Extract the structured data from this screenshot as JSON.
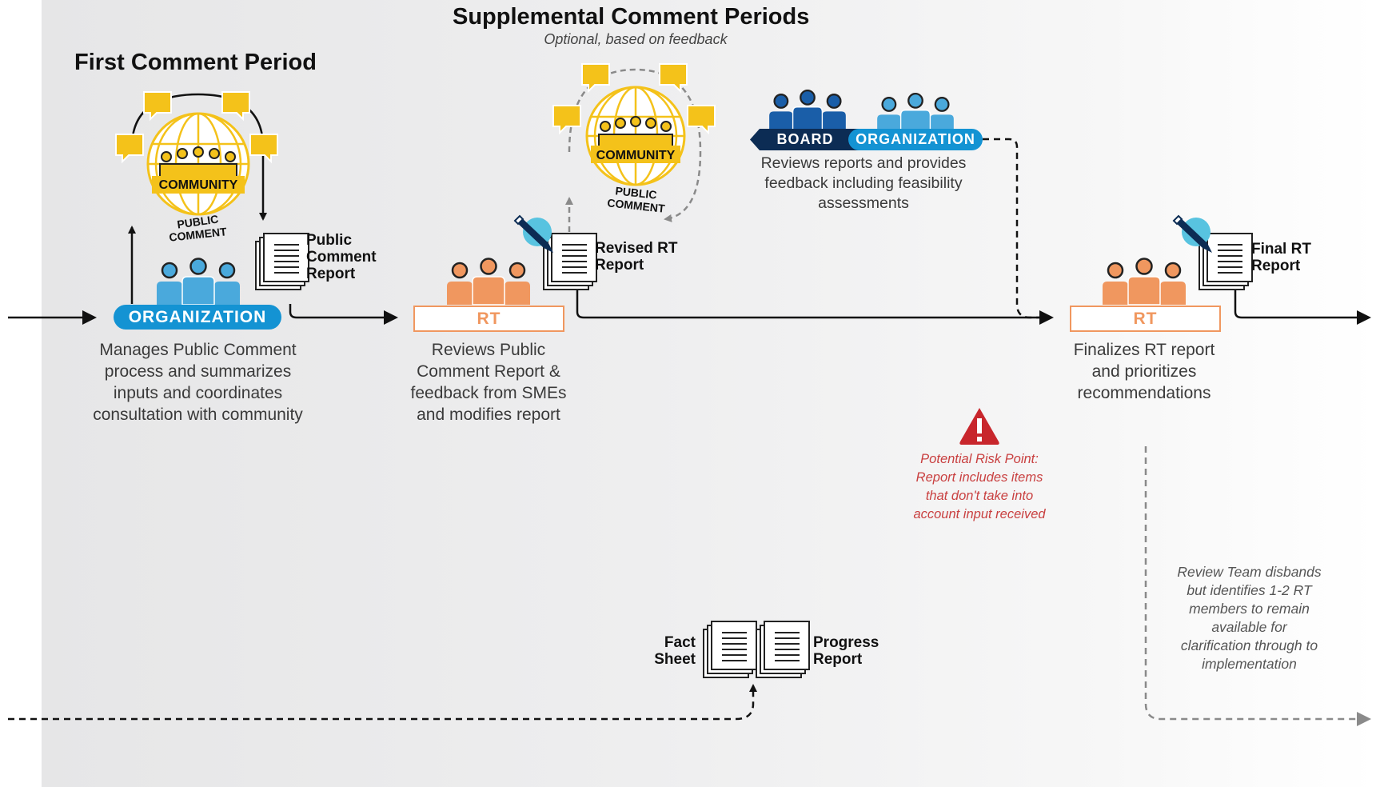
{
  "titles": {
    "first": "First Comment Period",
    "supplemental": "Supplemental Comment Periods",
    "supplemental_sub": "Optional, based on feedback"
  },
  "actors": {
    "organization": "ORGANIZATION",
    "rt": "RT",
    "board": "BOARD",
    "community": "COMMUNITY",
    "public_comment_line1": "PUBLIC",
    "public_comment_line2": "COMMENT"
  },
  "descriptions": {
    "organization": [
      "Manages Public Comment",
      "process and summarizes",
      "inputs and coordinates",
      "consultation with community"
    ],
    "rt_review": [
      "Reviews Public",
      "Comment Report &",
      "feedback from SMEs",
      "and modifies report"
    ],
    "board": [
      "Reviews reports and provides",
      "feedback including feasibility",
      "assessments"
    ],
    "rt_final": [
      "Finalizes RT report",
      "and prioritizes",
      "recommendations"
    ]
  },
  "documents": {
    "public_comment_report": [
      "Public",
      "Comment",
      "Report"
    ],
    "revised_rt_report": [
      "Revised RT",
      "Report"
    ],
    "final_rt_report": [
      "Final RT",
      "Report"
    ],
    "fact_sheet": [
      "Fact",
      "Sheet"
    ],
    "progress_report": [
      "Progress",
      "Report"
    ]
  },
  "notes": {
    "risk": [
      "Potential Risk Point:",
      "Report includes items",
      "that don't take into",
      "account input received"
    ],
    "disband": [
      "Review Team disbands",
      "but identifies 1-2 RT",
      "members to remain",
      "available for",
      "clarification through to",
      "implementation"
    ]
  },
  "colors": {
    "organization_blue": "#1493d3",
    "organization_icon": "#4aa9dc",
    "board_navy": "#0c2c54",
    "board_icon": "#1a5ea8",
    "rt_orange": "#f0975f",
    "community_yellow": "#f4c21a",
    "risk_red": "#c8262c",
    "pen_cyan": "#58c3e0"
  },
  "icons": [
    "people-icon",
    "globe-icon",
    "speech-bubble-icon",
    "document-stack-icon",
    "pen-icon",
    "warning-icon",
    "arrow-icon"
  ]
}
